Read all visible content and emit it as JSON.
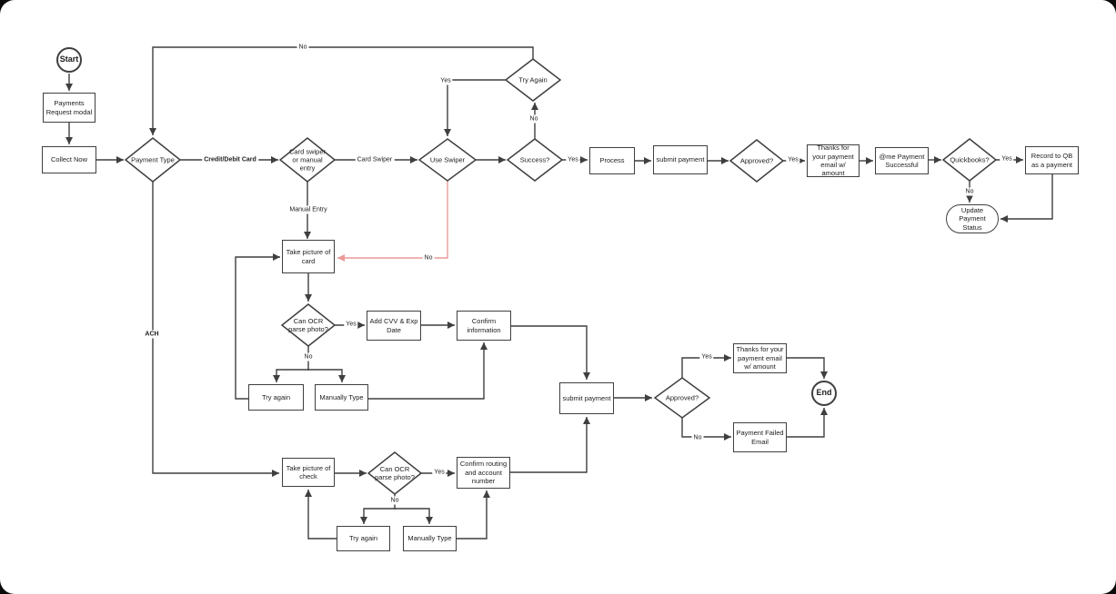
{
  "diagram_type": "flowchart",
  "colors": {
    "line": "#3f3f3f",
    "alt_line_red": "#ea9999",
    "node_fill": "#ffffff",
    "node_border": "#3f3f3f",
    "text": "#1c1c1c",
    "background": "#ffffff"
  },
  "nodes": {
    "start": "Start",
    "payments_request_modal": "Payments Request modal",
    "collect_now": "Collect Now",
    "payment_type": "Payment Type",
    "card_swiper_or_manual": "Card swiper or manual entry",
    "use_swiper": "Use Swiper",
    "try_again_loop": "Try Again",
    "success": "Success?",
    "process": "Process",
    "submit_payment_card": "submit payment",
    "approved_card": "Approved?",
    "thanks_email_card": "Thanks for your payment email w/ amount",
    "me_payment_successful": "@me Payment Successful",
    "quickbooks": "Quickbooks?",
    "record_to_qb": "Record to QB as a payment",
    "update_payment_status": "Update Payment Status",
    "take_picture_card": "Take picture of card",
    "can_ocr_card": "Can OCR parse photo?",
    "add_cvv_exp": "Add CVV & Exp Date",
    "confirm_information": "Confirm information",
    "try_again_card": "Try again",
    "manually_type_card": "Manually Type",
    "submit_payment_main": "submit payment",
    "approved_main": "Approved?",
    "thanks_email_main": "Thanks for your payment email w/ amount",
    "payment_failed_email": "Payment Failed Email",
    "end": "End",
    "take_picture_check": "Take picture of check",
    "can_ocr_check": "Can OCR parse photo?",
    "confirm_routing": "Confirm routing and account number",
    "try_again_check": "Try again",
    "manually_type_check": "Manually Type"
  },
  "edge_labels": {
    "credit_debit_card": "Credit/Debit Card",
    "ach": "ACH",
    "card_swiper": "Card Swiper",
    "manual_entry": "Manual Entry",
    "success_yes": "Yes",
    "success_no": "No",
    "try_again_yes": "Yes",
    "try_again_no": "No",
    "use_swiper_no": "No",
    "approved_card_yes": "Yes",
    "quickbooks_yes": "Yes",
    "quickbooks_no": "No",
    "ocr_card_yes": "Yes",
    "ocr_card_no": "No",
    "ocr_check_yes": "Yes",
    "ocr_check_no": "No",
    "approved_main_yes": "Yes",
    "approved_main_no": "No"
  }
}
